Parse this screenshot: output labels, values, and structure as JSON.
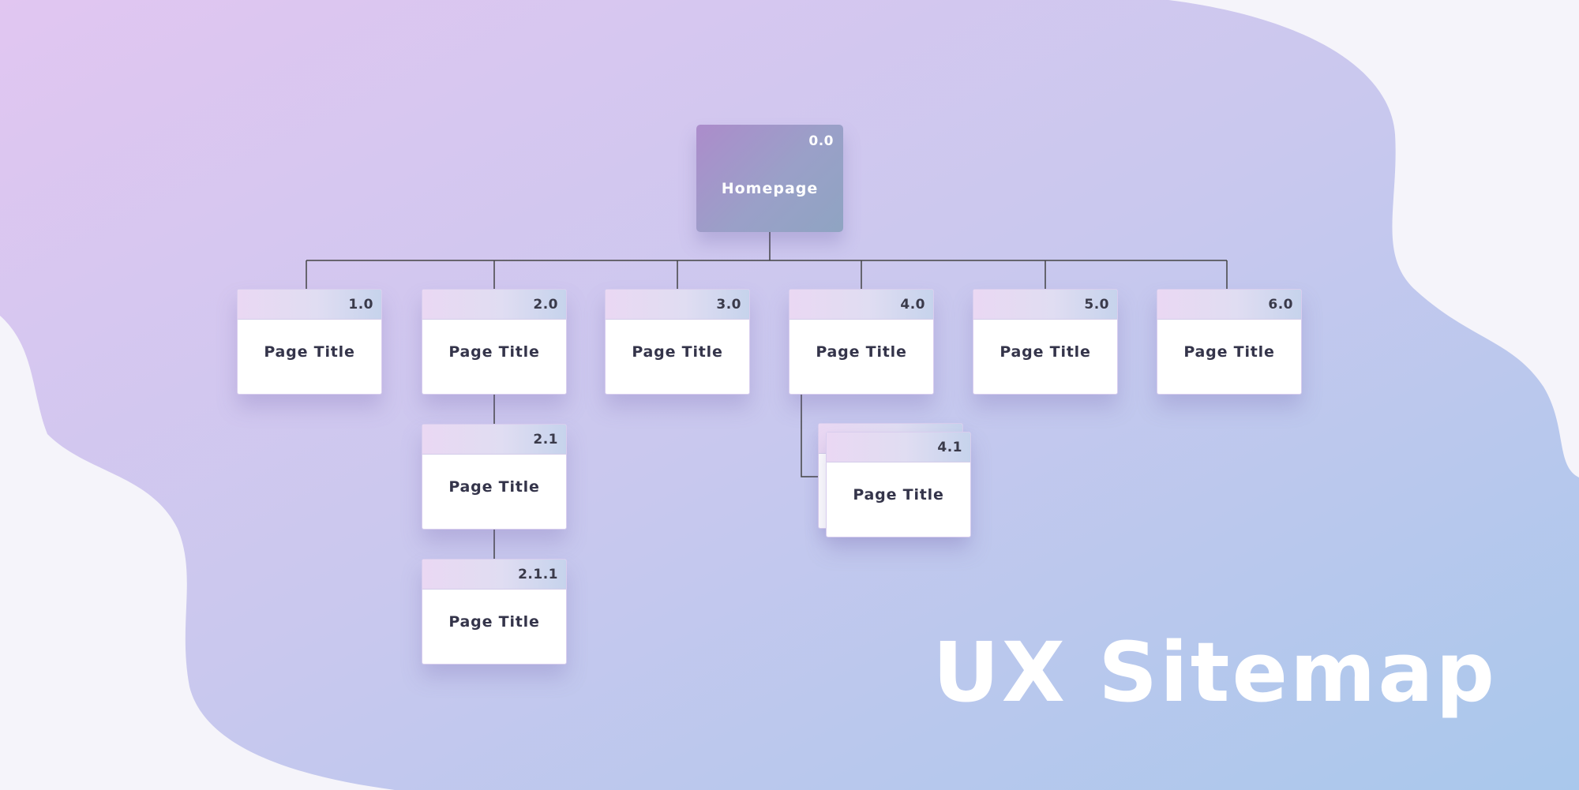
{
  "colors": {
    "background_gradient_start": "#e1c6f1",
    "background_gradient_mid": "#c9c8ee",
    "background_gradient_end": "#a9c8ec",
    "page_background": "#f5f4fa",
    "connector": "#444444",
    "card_text": "#34344a"
  },
  "root": {
    "number": "0.0",
    "title": "Homepage"
  },
  "pages": [
    {
      "id": "p1",
      "number": "1.0",
      "title": "Page Title"
    },
    {
      "id": "p2",
      "number": "2.0",
      "title": "Page Title"
    },
    {
      "id": "p3",
      "number": "3.0",
      "title": "Page Title"
    },
    {
      "id": "p4",
      "number": "4.0",
      "title": "Page Title"
    },
    {
      "id": "p5",
      "number": "5.0",
      "title": "Page Title"
    },
    {
      "id": "p6",
      "number": "6.0",
      "title": "Page Title"
    },
    {
      "id": "p21",
      "number": "2.1",
      "title": "Page Title"
    },
    {
      "id": "p211",
      "number": "2.1.1",
      "title": "Page Title"
    },
    {
      "id": "p41",
      "number": "4.1",
      "title": "Page Title"
    }
  ],
  "heading": "UX Sitemap"
}
